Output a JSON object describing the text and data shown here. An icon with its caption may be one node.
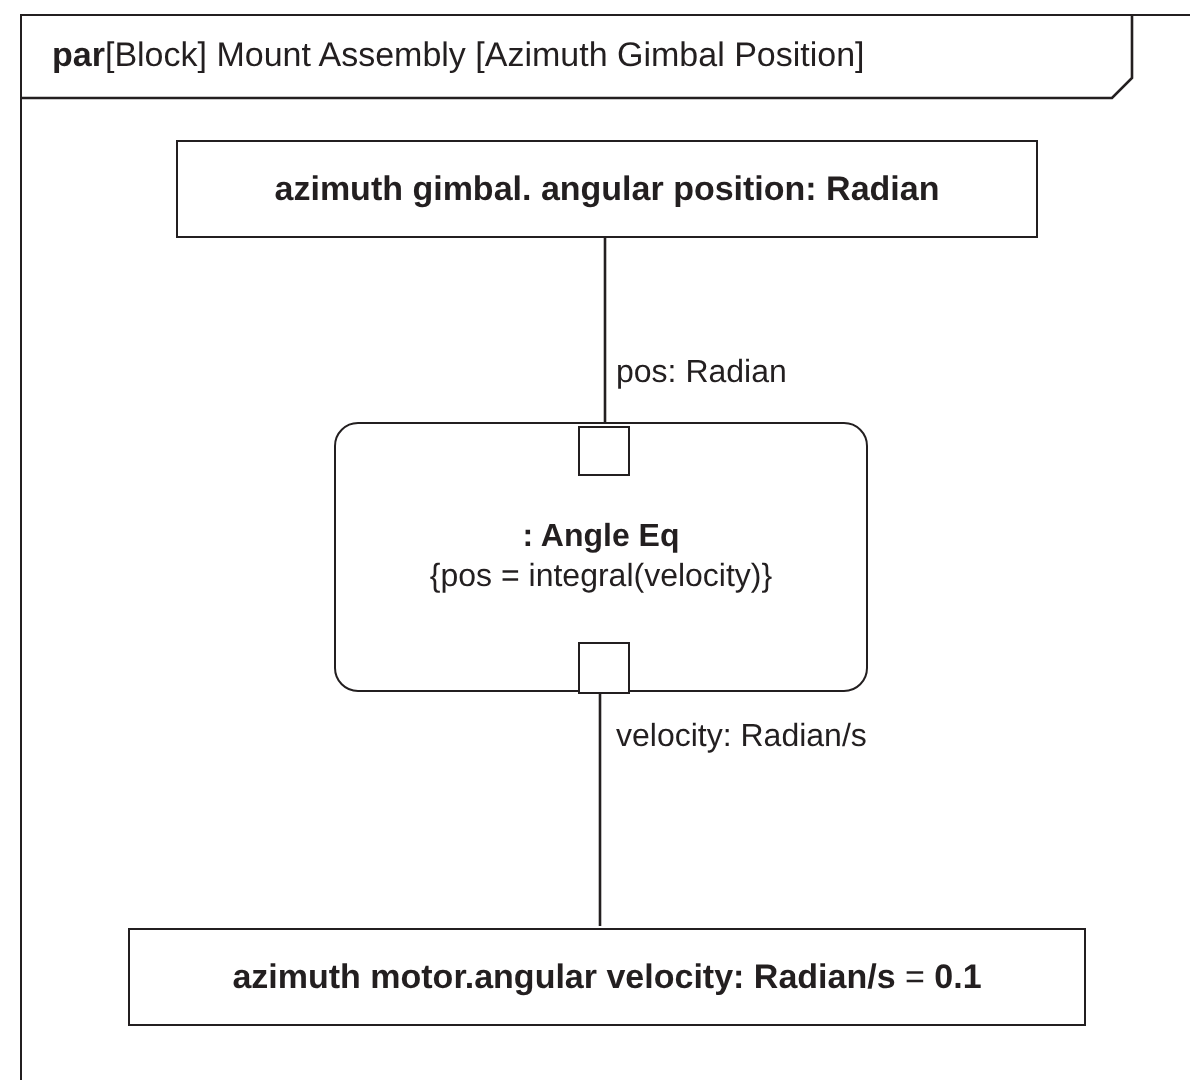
{
  "diagram": {
    "nodes": [
      {
        "text": [
          "**par**[Block] Mount Assembly [Azimuth Gimbal Position]"
        ]
      },
      {
        "text": [
          "azimuth gimbal. angular position: Radian"
        ],
        "in": 0
      },
      {
        "text": [
          ": Angle Eq",
          "{pos = integral(velocity)}"
        ],
        "in": 0
      },
      {
        "text": [],
        "shape": "box",
        "in": 2,
        "beside": [
          "pos: Radian"
        ]
      },
      {
        "text": [],
        "shape": "box",
        "in": 2,
        "beside": [
          "velocity: Radian/s"
        ]
      },
      {
        "text": [
          "**azimuth motor.angular velocity: Radian/s** = **0.1**"
        ],
        "in": 0
      }
    ],
    "edges": [
      {
        "from": 1,
        "to": 3,
        "arrow": "none"
      },
      {
        "from": 4,
        "to": 5,
        "arrow": "none"
      }
    ]
  }
}
